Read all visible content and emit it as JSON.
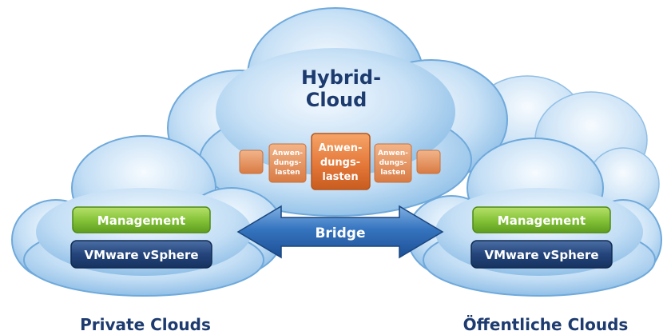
{
  "hybrid": {
    "title_line1": "Hybrid-",
    "title_line2": "Cloud",
    "workloads": {
      "small_left": [
        "Anwen-",
        "dungs-",
        "lasten"
      ],
      "center": [
        "Anwen-",
        "dungs-",
        "lasten"
      ],
      "small_right": [
        "Anwen-",
        "dungs-",
        "lasten"
      ]
    }
  },
  "bridge": {
    "label": "Bridge"
  },
  "private_cloud": {
    "management_label": "Management",
    "vsphere_label": "VMware vSphere",
    "caption": "Private Clouds"
  },
  "public_cloud": {
    "management_label": "Management",
    "vsphere_label": "VMware vSphere",
    "caption": "Öffentliche Clouds"
  },
  "colors": {
    "cloud_light": "#eef6fd",
    "cloud_mid": "#aed2f0",
    "cloud_edge": "#6fa9db",
    "title_navy": "#1d3b6f",
    "workload_orange": "#e27a33",
    "management_green": "#7fbf2a",
    "vsphere_navy": "#1e3f74",
    "bridge_blue": "#2d6ab5"
  }
}
